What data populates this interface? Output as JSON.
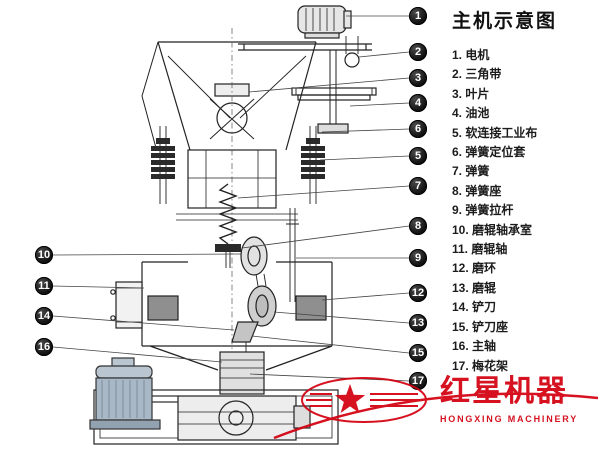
{
  "title": "主机示意图",
  "legend": {
    "items": [
      "1. 电机",
      "2. 三角带",
      "3. 叶片",
      "4. 油池",
      "5. 软连接工业布",
      "6. 弹簧定位套",
      "7. 弹簧",
      "8. 弹簧座",
      "9. 弹簧拉杆",
      "10. 磨辊轴承室",
      "11. 磨辊轴",
      "12. 磨环",
      "13. 磨辊",
      "14. 铲刀",
      "15. 铲刀座",
      "16. 主轴",
      "17. 梅花架"
    ]
  },
  "callouts": [
    "1",
    "2",
    "3",
    "4",
    "5",
    "6",
    "7",
    "8",
    "9",
    "10",
    "11",
    "12",
    "13",
    "14",
    "15",
    "16",
    "17"
  ],
  "watermark": {
    "brand": "红星机器",
    "subtitle": "HONGXING MACHINERY"
  },
  "colors": {
    "line": "#222222",
    "accent_red": "#d30010"
  }
}
